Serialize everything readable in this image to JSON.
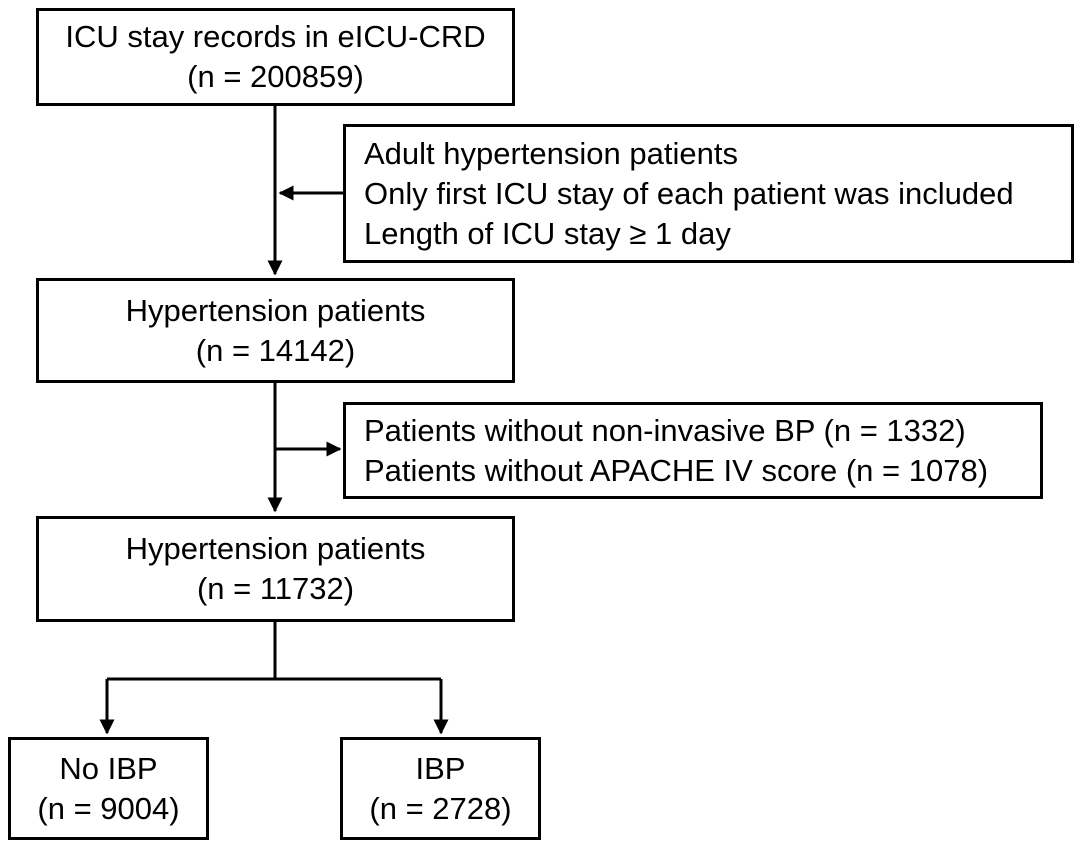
{
  "flowchart": {
    "steps": [
      {
        "title": "ICU stay records in eICU-CRD",
        "count": "(n = 200859)"
      },
      {
        "title": "Hypertension patients",
        "count": "(n = 14142)"
      },
      {
        "title": "Hypertension patients",
        "count": "(n = 11732)"
      }
    ],
    "criteria_1": [
      "Adult hypertension patients",
      "Only first ICU stay of each patient was included",
      "Length of ICU stay ≥ 1 day"
    ],
    "exclusions_1": [
      "Patients without non-invasive BP (n = 1332)",
      "Patients without APACHE IV score (n = 1078)"
    ],
    "groups": [
      {
        "title": "No IBP",
        "count": "(n = 9004)"
      },
      {
        "title": "IBP",
        "count": "(n = 2728)"
      }
    ]
  }
}
